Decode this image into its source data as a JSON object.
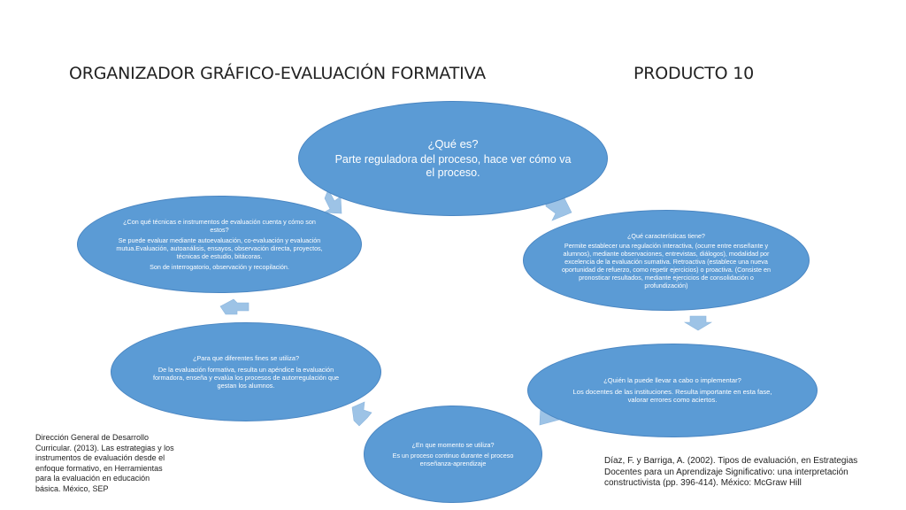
{
  "header": {
    "title": "ORGANIZADOR GRÁFICO-EVALUACIÓN FORMATIVA",
    "product": "PRODUCTO 10"
  },
  "nodes": {
    "que_es": {
      "question": "¿Qué es?",
      "answer": "Parte reguladora del proceso, hace ver cómo va el proceso."
    },
    "caracteristicas": {
      "question": "¿Qué características tiene?",
      "answer": "Permite establecer una regulación interactiva, (ocurre entre enseñante y alumnos), mediante observaciones, entrevistas, diálogos), modalidad por excelencia de la evaluación sumativa. Retroactiva (establece una nueva oportunidad de refuerzo, como repetir ejercicios) o proactiva. (Consiste en pronosticar resultados, mediante ejercicios de consolidación o profundización)"
    },
    "quien": {
      "question": "¿Quién la puede llevar a cabo o implementar?",
      "answer": "Los docentes de las instituciones. Resulta importante en esta fase, valorar errores como aciertos."
    },
    "momento": {
      "question": "¿En que momento se utiliza?",
      "answer": "Es un proceso continuo durante el proceso enseñanza-aprendizaje"
    },
    "fines": {
      "question": "¿Para que diferentes fines se utiliza?",
      "answer": "De la evaluación formativa, resulta un apéndice la evaluación formadora, enseña y evalúa los procesos de autorregulación que gestan los alumnos."
    },
    "tecnicas": {
      "question": "¿Con qué técnicas e instrumentos de evaluación cuenta y cómo son estos?",
      "answer": "Se puede evaluar mediante autoevaluación, co-evaluación y evaluación mutua.Evaluación, autoanálisis, ensayos, observación directa, proyectos, técnicas de estudio, bitácoras.",
      "answer2": "Son de interrogatorio, observación y recopilación."
    }
  },
  "references": {
    "left": "Dirección General de Desarrollo Curricular. (2013). Las estrategias y los instrumentos de evaluación desde el enfoque formativo, en Herramientas para la evaluación en educación básica. México, SEP",
    "right": "Díaz, F. y Barriga, A. (2002). Tipos de evaluación, en Estrategias Docentes para un Aprendizaje Significativo: una interpretación constructivista (pp. 396-414). México: McGraw Hill"
  },
  "colors": {
    "node_fill": "#5b9bd5",
    "arrow_fill": "#9dc3e6",
    "text": "#222222"
  }
}
